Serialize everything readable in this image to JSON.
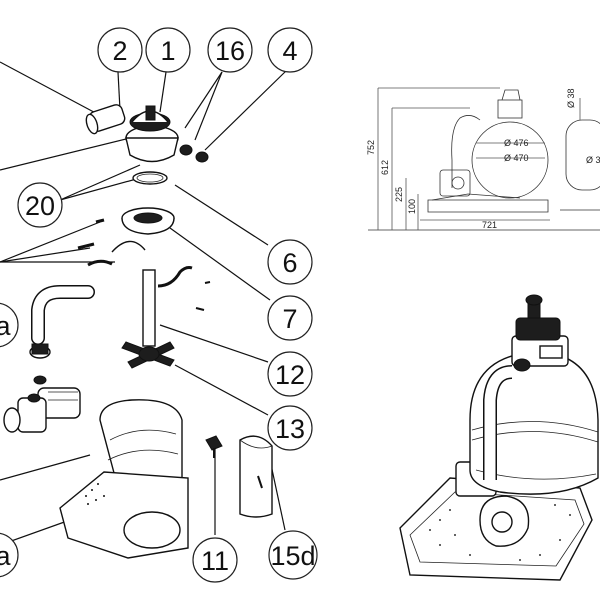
{
  "callouts": {
    "c2": "2",
    "c1": "1",
    "c16": "16",
    "c4": "4",
    "c20": "20",
    "c6": "6",
    "c7": "7",
    "c12": "12",
    "c13": "13",
    "c11": "11",
    "c15d": "15d",
    "c_a1": "a",
    "c_a2": "a"
  },
  "dimensions": {
    "d476": "Ø 476",
    "d470": "Ø 470",
    "d752": "752",
    "d612": "612",
    "d225": "225",
    "d100": "100",
    "d721": "721",
    "d38": "Ø 38",
    "d3": "Ø 3"
  }
}
